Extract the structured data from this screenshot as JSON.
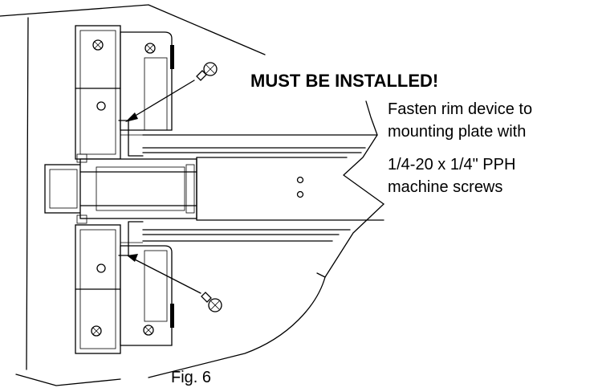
{
  "warning": "MUST BE INSTALLED!",
  "callout_lines": [
    "Fasten rim device to",
    "mounting plate with",
    "1/4-20 x 1/4\" PPH",
    "machine screws"
  ],
  "caption": "Fig. 6"
}
